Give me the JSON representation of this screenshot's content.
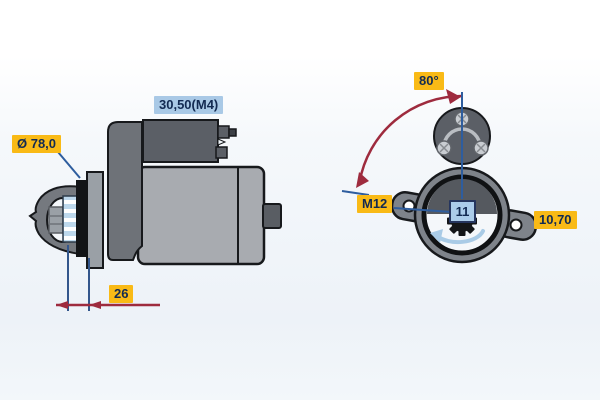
{
  "diagram": {
    "subject": "starter-motor-technical-drawing",
    "side_view": {
      "dim_solenoid_length": "30,50(M4)",
      "dim_flange_diameter": "Ø 78,0",
      "dim_pinion_projection": "26"
    },
    "front_view": {
      "dim_mounting_angle": "80°",
      "dim_thread": "M12",
      "pinion_teeth_count": "11",
      "dim_depth": "10,70"
    },
    "colors": {
      "highlight_yellow": "#f9ba16",
      "highlight_blue": "#a9c9e6",
      "label_text_navy": "#122a52",
      "dimension_red": "#9e2b3e",
      "dimension_blue": "#2e5d9e",
      "body_light_gray": "#a8abb0",
      "body_dark_gray": "#5b5f66",
      "flange_gray": "#7e838a",
      "pinion_blue": "#bdd8ec"
    }
  }
}
